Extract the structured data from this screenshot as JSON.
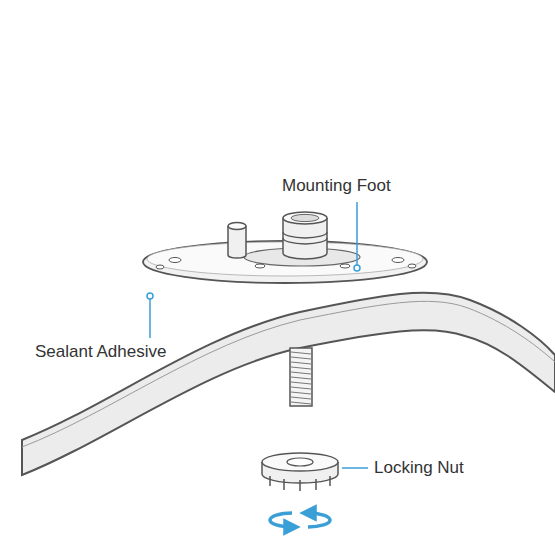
{
  "diagram": {
    "labels": [
      "Mounting Foot",
      "Sealant Adhesive",
      "Locking Nut"
    ]
  }
}
